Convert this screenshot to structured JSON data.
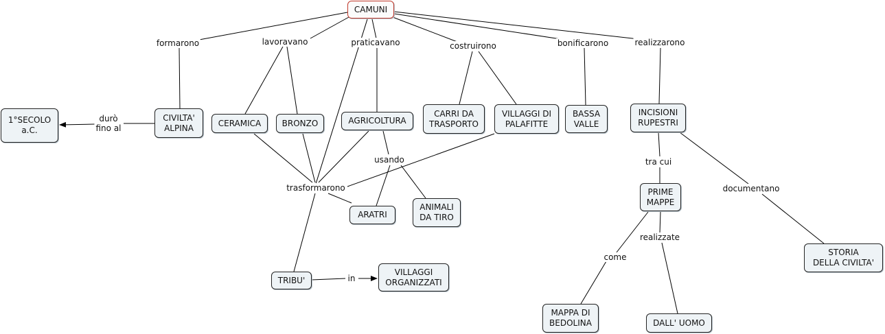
{
  "nodes": {
    "camuni": "CAMUNI",
    "secolo": "1°SECOLO\na.C.",
    "civilta": "CIVILTA'\nALPINA",
    "ceramica": "CERAMICA",
    "bronzo": "BRONZO",
    "agricoltura": "AGRICOLTURA",
    "carri": "CARRI DA\nTRASPORTO",
    "villaggi_pal": "VILLAGGI DI\nPALAFITTE",
    "bassa": "BASSA\nVALLE",
    "incisioni": "INCISIONI\nRUPESTRI",
    "aratri": "ARATRI",
    "animali": "ANIMALI\nDA TIRO",
    "prime": "PRIME\nMAPPE",
    "storia": "STORIA\nDELLA CIVILTA'",
    "tribu": "TRIBU'",
    "villaggi_org": "VILLAGGI\nORGANIZZATI",
    "mappa": "MAPPA DI\nBEDOLINA",
    "uomo": "DALL' UOMO"
  },
  "links": {
    "formarono": "formarono",
    "lavoravano": "lavoravano",
    "praticavano": "praticavano",
    "costruirono": "costruirono",
    "bonificarono": "bonificarono",
    "realizzarono": "realizzarono",
    "duro": "durò\nfino al",
    "trasformarono": "trasformarono",
    "usando": "usando",
    "tracui": "tra cui",
    "documentano": "documentano",
    "realizzate": "realizzate",
    "come": "come",
    "in": "in"
  }
}
